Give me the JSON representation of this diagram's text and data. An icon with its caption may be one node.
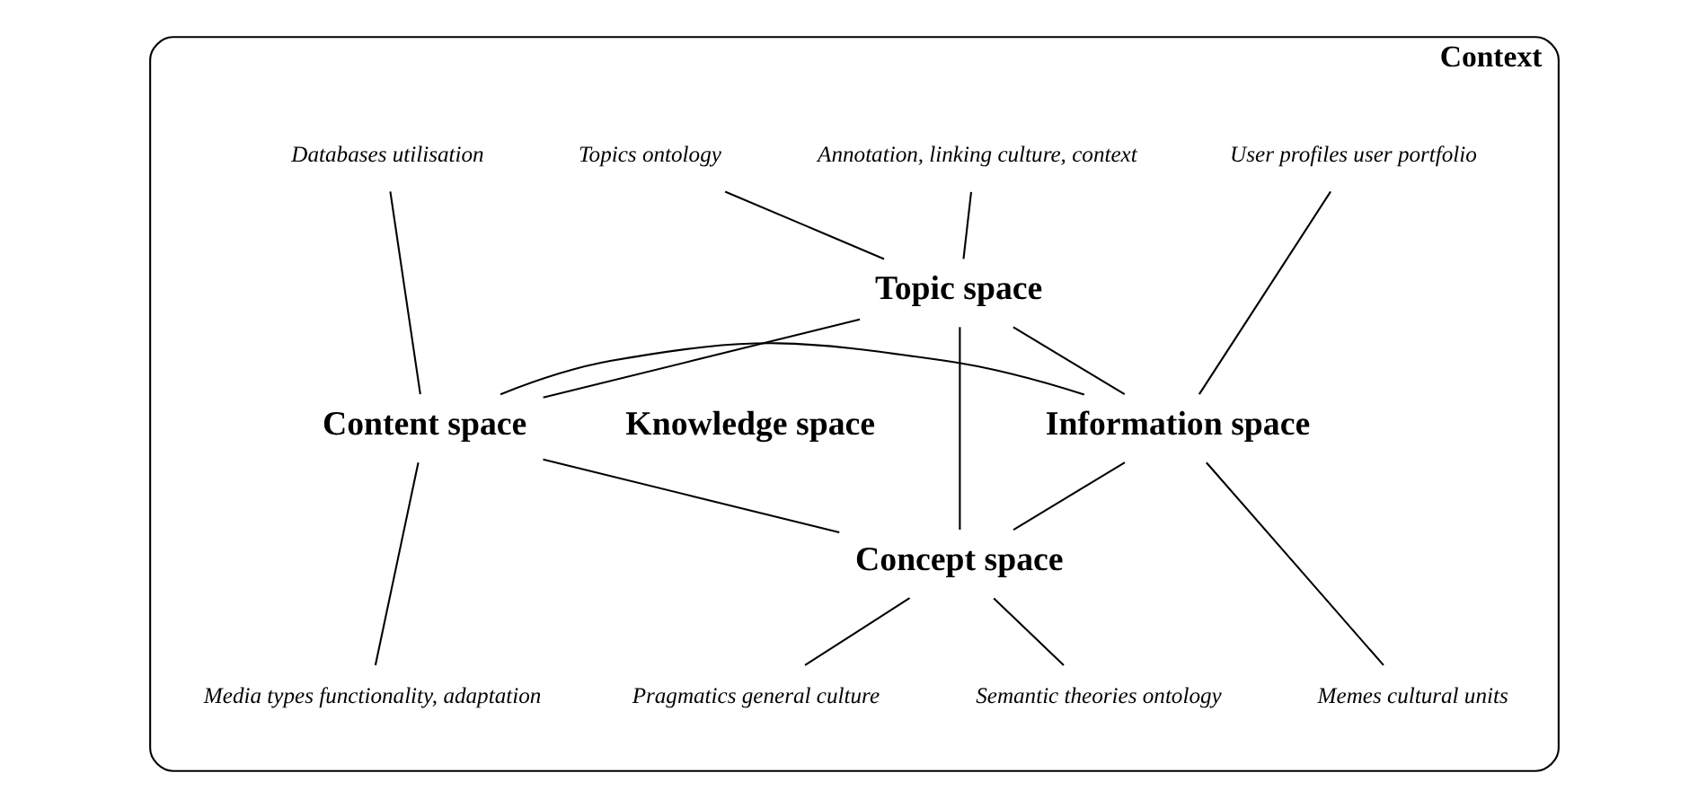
{
  "diagram": {
    "nodes": [
      {
        "text": [
          "Context"
        ]
      },
      {
        "text": [
          "Topics ontology"
        ],
        "in": 0
      },
      {
        "text": [
          "Annotation, linking culture, context"
        ],
        "in": 0
      },
      {
        "text": [
          "Databases utilisation"
        ],
        "in": 0
      },
      {
        "text": [
          "User profiles user portfolio"
        ],
        "in": 0
      },
      {
        "text": [
          "Topic space"
        ],
        "in": 0
      },
      {
        "text": [
          "Content space"
        ],
        "in": 0
      },
      {
        "text": [
          "Information space"
        ],
        "in": 0
      },
      {
        "text": [
          "Concept space"
        ],
        "in": 0
      },
      {
        "text": [
          "Media types functionality, adaptation"
        ],
        "in": 0
      },
      {
        "text": [
          "Memes cultural units"
        ],
        "in": 0
      },
      {
        "text": [
          "Semantic theories ontology"
        ],
        "in": 0
      },
      {
        "text": [
          "Pragmatics general culture"
        ],
        "in": 0
      }
    ],
    "edges": [
      {
        "from": 1,
        "to": 5,
        "arrow": "none"
      },
      {
        "from": 2,
        "to": 5,
        "arrow": "none"
      },
      {
        "from": 3,
        "to": 6,
        "arrow": "none"
      },
      {
        "from": 4,
        "to": 7,
        "arrow": "none"
      },
      {
        "from": 6,
        "to": 5,
        "arrow": "none"
      },
      {
        "from": 5,
        "to": 7,
        "arrow": "none"
      },
      {
        "from": 6,
        "to": 7,
        "arrow": "none"
      },
      {
        "from": 5,
        "to": 8,
        "arrow": "none"
      },
      {
        "from": 6,
        "to": 8,
        "arrow": "none"
      },
      {
        "from": 8,
        "to": 7,
        "arrow": "none"
      },
      {
        "from": 6,
        "to": 9,
        "arrow": "none"
      },
      {
        "from": 7,
        "to": 10,
        "arrow": "none"
      },
      {
        "from": 8,
        "to": 11,
        "arrow": "none"
      },
      {
        "from": 8,
        "to": 12,
        "arrow": "none"
      }
    ],
    "labels": [
      "Knowledge space"
    ]
  }
}
